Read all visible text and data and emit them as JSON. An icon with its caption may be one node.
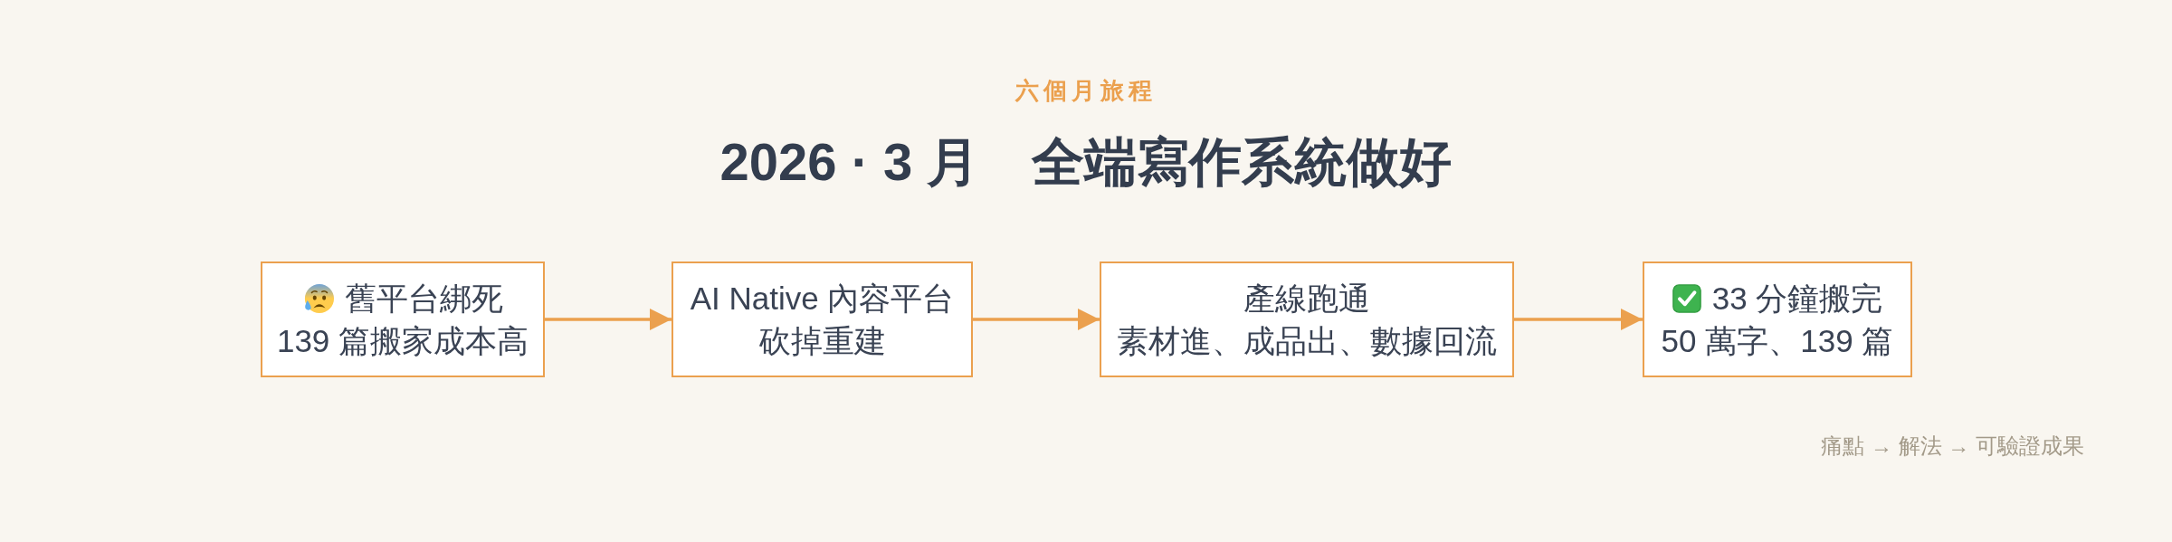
{
  "diagram": {
    "title": "2026 · 3 月　全端寫作系統做好",
    "nodes": [
      {
        "text": [
          "舊平台綁死",
          "139 篇搬家成本高"
        ]
      },
      {
        "text": [
          "AI Native 內容平台",
          "砍掉重建"
        ]
      },
      {
        "text": [
          "產線跑通",
          "素材進、成品出、數據回流"
        ]
      },
      {
        "text": [
          "33 分鐘搬完",
          "50 萬字、139 篇"
        ]
      }
    ],
    "edges": [
      {
        "from": 0,
        "to": 1,
        "arrow": "to"
      },
      {
        "from": 1,
        "to": 2,
        "arrow": "to"
      },
      {
        "from": 2,
        "to": 3,
        "arrow": "to"
      }
    ],
    "labels": [
      "六個月旅程",
      "痛點 → 解法 → 可驗證成果"
    ]
  }
}
